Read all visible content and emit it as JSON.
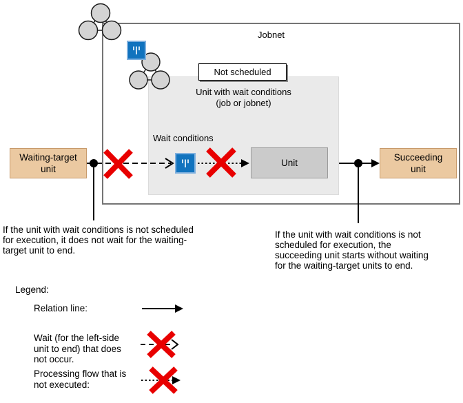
{
  "diagram": {
    "jobnet_label": "Jobnet",
    "not_scheduled": "Not scheduled",
    "wait_container_label": "Unit with wait conditions\n(job or jobnet)",
    "wait_conditions_label": "Wait conditions",
    "waiting_target_unit_label": "Waiting-target\nunit",
    "unit_label": "Unit",
    "succeeding_unit_label": "Succeeding\nunit"
  },
  "notes": {
    "left": "If the unit with wait conditions is not scheduled\nfor execution, it does not wait for the waiting-\ntarget unit to end.",
    "right": "If the unit with wait conditions is not\nscheduled for execution, the\nsucceeding unit starts without waiting\nfor the waiting-target units to end."
  },
  "legend": {
    "title": "Legend:",
    "items": [
      {
        "label": "Relation line:",
        "type": "solid-arrow"
      },
      {
        "label": "Wait (for the left-side\nunit to end) that does\nnot occur.",
        "type": "dashed-arrow-with-red-x"
      },
      {
        "label": "Processing flow that is\nnot executed:",
        "type": "dotted-arrow-with-red-x"
      }
    ]
  },
  "icons": {
    "jobnet_icon": "three-gray-circles-cluster",
    "wait_condition_icon": "blue-square-trident"
  },
  "colors": {
    "accent_blue": "#1173BE",
    "accent_blue_border": "#7FB0DE",
    "red_x": "#E80000",
    "unit_tan": "#EBC9A1",
    "unit_tan_border": "#C79A6B",
    "container_gray": "#EAEAEA",
    "unit_gray": "#CBCBCB",
    "jobnet_border_gray": "#757575"
  }
}
